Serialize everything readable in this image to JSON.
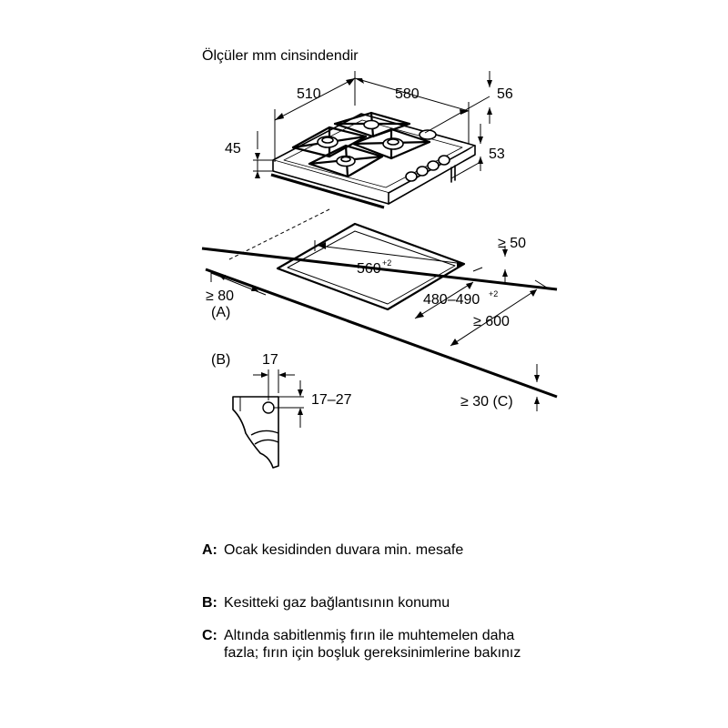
{
  "title": "Ölçüler mm cinsindendir",
  "dimensions": {
    "depth": "510",
    "width": "580",
    "rear_offset": "56",
    "height": "45",
    "knob_height": "53",
    "rear_clearance": "≥ 50",
    "cutout_width": "560",
    "cutout_width_tol": "+2",
    "cutout_depth": "480–490",
    "cutout_depth_tol": "+2",
    "worktop_depth": "≥ 600",
    "wall_clearance": "≥ 80",
    "label_a": "(A)",
    "label_b": "(B)",
    "gas_offset_x": "17",
    "gas_offset_y": "17–27",
    "oven_clearance": "≥ 30 (C)"
  },
  "legend": [
    {
      "key": "A:",
      "text": "Ocak kesidinden duvara min. mesafe"
    },
    {
      "key": "B:",
      "text": "Kesitteki gaz bağlantısının konumu"
    },
    {
      "key": "C:",
      "text": "Altında sabitlenmiş fırın ile muhtemelen daha fazla; fırın için boşluk gereksinimlerine bakınız"
    }
  ]
}
